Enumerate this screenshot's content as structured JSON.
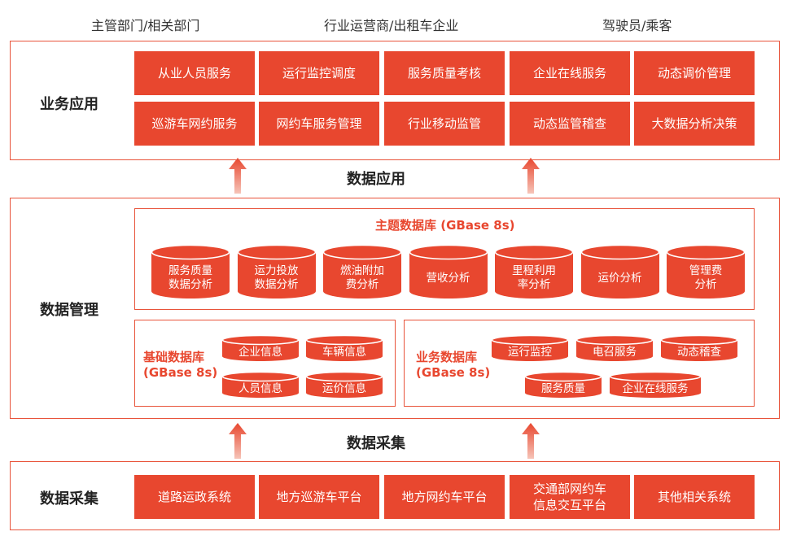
{
  "top_labels": [
    "主管部门/相关部门",
    "行业运营商/出租车企业",
    "驾驶员/乘客"
  ],
  "business": {
    "title": "业务应用",
    "row1": [
      "从业人员服务",
      "运行监控调度",
      "服务质量考核",
      "企业在线服务",
      "动态调价管理"
    ],
    "row2": [
      "巡游车网约服务",
      "网约车服务管理",
      "行业移动监管",
      "动态监管稽查",
      "大数据分析决策"
    ]
  },
  "data_app_label": "数据应用",
  "management": {
    "title": "数据管理",
    "theme_db": {
      "title": "主题数据库 (GBase 8s)",
      "items": [
        [
          "服务质量",
          "数据分析"
        ],
        [
          "运力投放",
          "数据分析"
        ],
        [
          "燃油附加",
          "费分析"
        ],
        [
          "营收分析"
        ],
        [
          "里程利用",
          "率分析"
        ],
        [
          "运价分析"
        ],
        [
          "管理费",
          "分析"
        ]
      ]
    },
    "base_db": {
      "title_line1": "基础数据库",
      "title_line2": "(GBase 8s)",
      "items": [
        "企业信息",
        "车辆信息",
        "人员信息",
        "运价信息"
      ]
    },
    "biz_db": {
      "title_line1": "业务数据库",
      "title_line2": "(GBase 8s)",
      "items": [
        "运行监控",
        "电召服务",
        "动态稽查",
        "服务质量",
        "企业在线服务"
      ]
    }
  },
  "data_collect_label": "数据采集",
  "collection": {
    "title": "数据采集",
    "items": [
      [
        "道路运政系统"
      ],
      [
        "地方巡游车平台"
      ],
      [
        "地方网约车平台"
      ],
      [
        "交通部网约车",
        "信息交互平台"
      ],
      [
        "其他相关系统"
      ]
    ]
  },
  "colors": {
    "accent": "#e8472f",
    "border": "#e8533a",
    "arrow_top": "#e8472f",
    "arrow_bottom": "#f6c4b8"
  },
  "icons": {
    "arrow": "up-arrow-icon",
    "database": "database-cylinder-icon"
  }
}
